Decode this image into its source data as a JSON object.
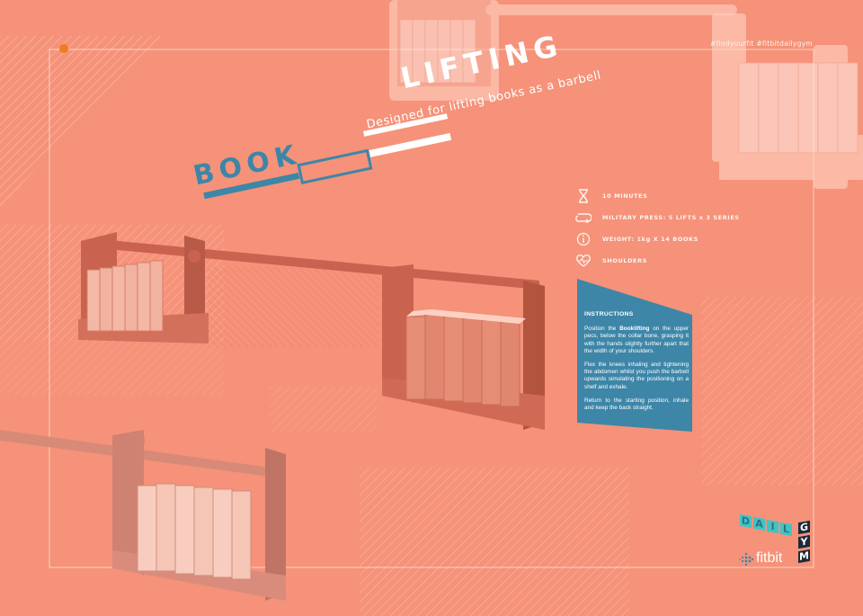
{
  "hashtags": "#findyourfit #fitbitdailygym",
  "title": {
    "word1": "BOOK",
    "word2": "LIFTING",
    "subtitle": "Designed for lifting books as a barbell"
  },
  "specs": [
    {
      "icon": "hourglass-icon",
      "label": "10 MINUTES"
    },
    {
      "icon": "repeat-icon",
      "label": "MILITARY PRESS: 5 LIFTS x 3 SERIES"
    },
    {
      "icon": "info-icon",
      "label": "WEIGHT: 1kg X 14 BOOKS"
    },
    {
      "icon": "heart-pulse-icon",
      "label": "SHOULDERS"
    }
  ],
  "instructions": {
    "heading": "INSTRUCTIONS",
    "p1_pre": "Position the ",
    "p1_bold": "Booklifting",
    "p1_post": " on the upper pecs, below the collar bone, grasping it with the hands slightly further apart that the width of your shoulders.",
    "p2": "Flex the knees inhaling and tightening the abdomen whilst you push the barbell upwards simulating the positioning on a shelf and exhale.",
    "p3": "Return to the starting position, inhale and keep the back straight."
  },
  "logo": {
    "daily": [
      "D",
      "A",
      "I",
      "L"
    ],
    "gym": [
      "G",
      "Y",
      "M"
    ],
    "brand": "fitbit"
  },
  "colors": {
    "background": "#f59279",
    "accent_blue": "#3d86a8",
    "teal": "#3fc4c4",
    "dark": "#1b2b3a"
  }
}
